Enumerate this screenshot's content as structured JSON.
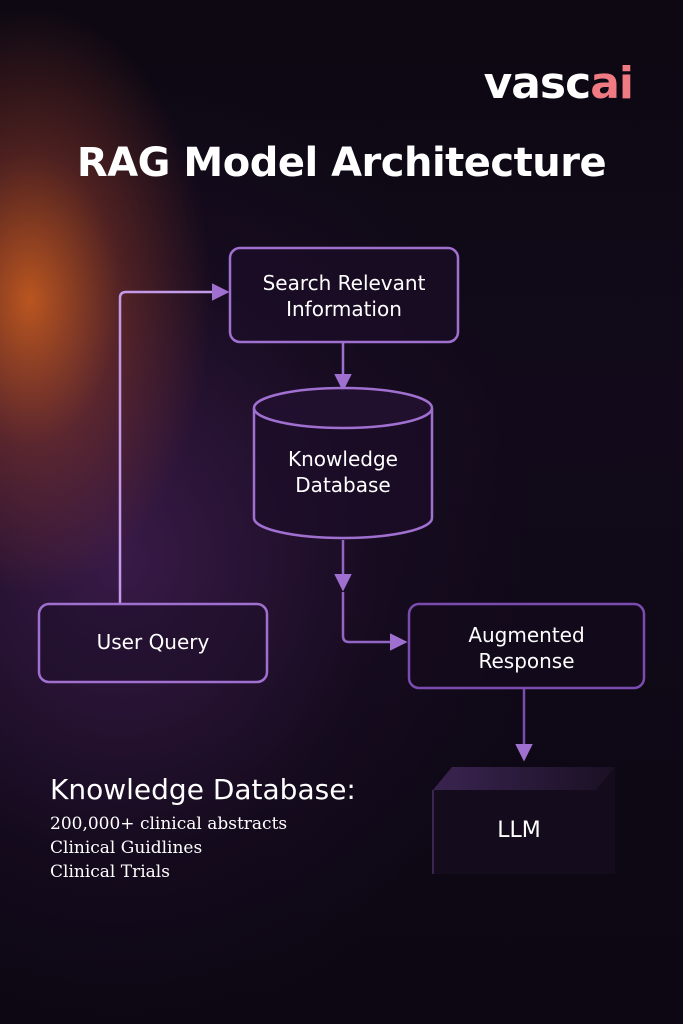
{
  "logo": {
    "text_main": "vasc",
    "text_accent": "ai"
  },
  "title": "RAG Model Architecture",
  "nodes": {
    "search": {
      "line1": "Search Relevant",
      "line2": "Information"
    },
    "database": {
      "line1": "Knowledge",
      "line2": "Database"
    },
    "user_query": {
      "label": "User Query"
    },
    "augmented": {
      "line1": "Augmented",
      "line2": "Response"
    },
    "llm": {
      "label": "LLM"
    }
  },
  "knowledge_info": {
    "heading": "Knowledge Database:",
    "items": [
      "200,000+ clinical abstracts",
      "Clinical Guidlines",
      "Clinical Trials"
    ]
  },
  "colors": {
    "accent_stroke": "#a06cd0",
    "logo_accent": "#f07a82",
    "orange_glow": "#d66220"
  }
}
